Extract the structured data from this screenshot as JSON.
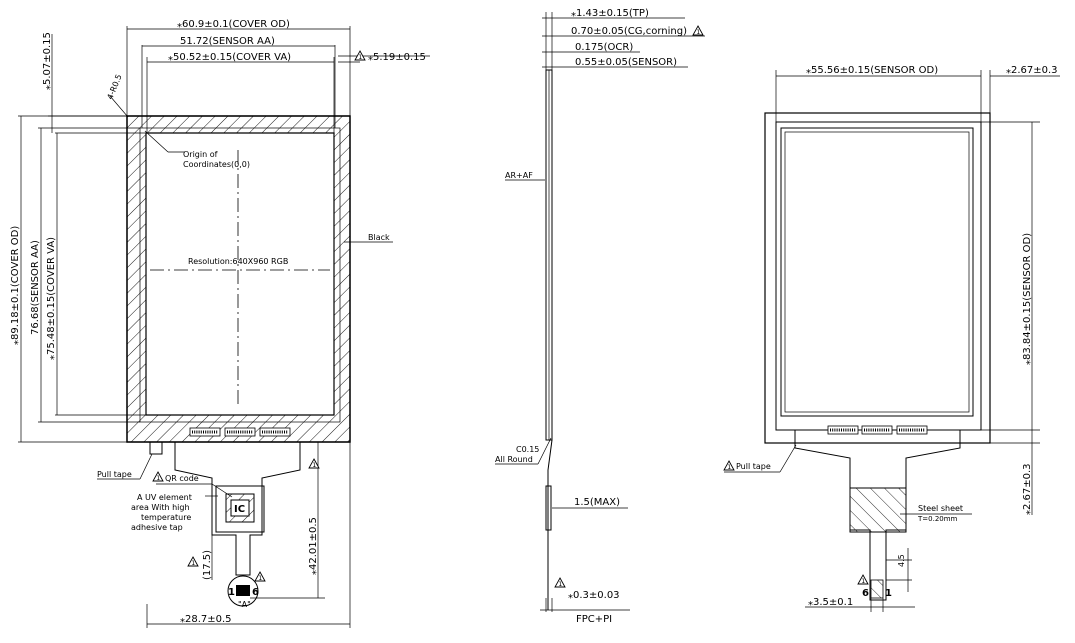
{
  "front_view": {
    "cover_od_width": "⁎60.9±0.1(COVER OD)",
    "sensor_aa_width": "51.72(SENSOR AA)",
    "cover_va_width": "⁎50.52±0.15(COVER VA)",
    "margin_right": "⁎5.19±0.15",
    "margin_top": "⁎5.07±0.15",
    "corner_radius": "4-R0.5",
    "cover_od_height": "⁎89.18±0.1(COVER OD)",
    "sensor_aa_height": "76.68(SENSOR AA)",
    "cover_va_height": "⁎75.48±0.15(COVER VA)",
    "origin_note_line1": "Origin of",
    "origin_note_line2": "Coordinates(0,0)",
    "resolution": "Resolution:640X960 RGB",
    "black_label": "Black",
    "pull_tape": "Pull tape",
    "qr_code": "QR code",
    "uv_note": [
      "A UV element",
      "area With high",
      "temperature",
      "adhesive tap"
    ],
    "ic_label": "IC",
    "tail_offset": "(17.5)",
    "tail_length": "⁎42.01±0.5",
    "overall_width": "⁎28.7±0.5",
    "pin_1": "1",
    "pin_6": "6",
    "detail_a": "\"A\""
  },
  "side_view": {
    "tp_thickness": "⁎1.43±0.15(TP)",
    "cg_thickness": "0.70±0.05(CG,corning)",
    "ocr_thickness": "0.175(OCR)",
    "sensor_thickness": "0.55±0.05(SENSOR)",
    "coating": "AR+AF",
    "chamfer_line1": "C0.15",
    "chamfer_line2": "All Round",
    "max_thickness": "1.5(MAX)",
    "fpc_thickness": "⁎0.3±0.03",
    "fpc_material": "FPC+PI"
  },
  "back_view": {
    "sensor_od_width": "⁎55.56±0.15(SENSOR OD)",
    "margin_top_right": "⁎2.67±0.3",
    "sensor_od_height": "⁎83.84±0.15(SENSOR OD)",
    "margin_bottom_right": "⁎2.67±0.3",
    "pull_tape": "Pull tape",
    "steel_sheet": "Steel sheet",
    "steel_thickness": "T=0.20mm",
    "tail_dim": "4.5",
    "tail_width": "⁎3.5±0.1",
    "pin_1": "1",
    "pin_6": "6"
  },
  "icons": {
    "warning": "warning-triangle-icon"
  }
}
